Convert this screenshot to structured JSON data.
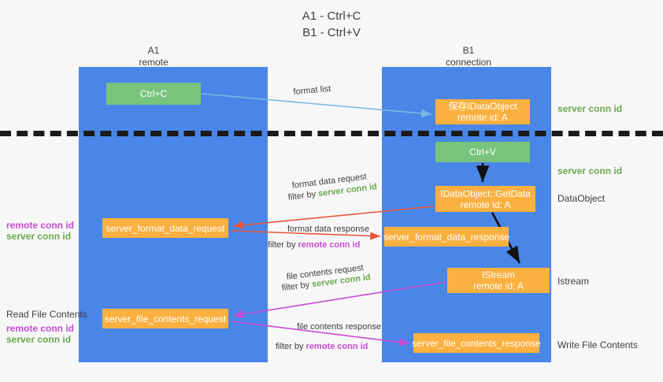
{
  "title": {
    "line1": "A1 - Ctrl+C",
    "line2": "B1 - Ctrl+V"
  },
  "lanes": {
    "left": {
      "name": "A1",
      "role": "remote"
    },
    "right": {
      "name": "B1",
      "role": "connection"
    }
  },
  "boxes": {
    "ctrl_c": {
      "label": "Ctrl+C",
      "color": "#78c47d"
    },
    "save_idataobject": {
      "line1": "保存IDataObject",
      "line2": "remote id: A",
      "color": "#fbb040"
    },
    "ctrl_v": {
      "label": "Ctrl+V",
      "color": "#78c47d"
    },
    "getdata": {
      "line1": "IDataObject::GetData",
      "line2": "remote id: A",
      "color": "#fbb040"
    },
    "server_format_data_request": {
      "label": "server_format_data_request",
      "color": "#fbb040"
    },
    "server_format_data_response": {
      "label": "server_format_data_response",
      "color": "#fbb040"
    },
    "istream": {
      "line1": "IStream",
      "line2": "remote id: A",
      "color": "#fbb040"
    },
    "server_file_contents_request": {
      "label": "server_file_contents_request",
      "color": "#fbb040"
    },
    "server_file_contents_response": {
      "label": "server_file_contents_response",
      "color": "#fbb040"
    }
  },
  "right_labels": {
    "server_conn_id_top": "server conn id",
    "server_conn_id_mid": "server conn id",
    "dataobject": "DataObject",
    "istream": "Istream",
    "write_file_contents": "Write File Contents"
  },
  "left_labels": {
    "remote_conn_id_1": "remote conn id",
    "server_conn_id_1": "server conn id",
    "read_file_contents": "Read File Contents",
    "remote_conn_id_2": "remote conn id",
    "server_conn_id_2": "server conn id"
  },
  "captions": {
    "format_list": "format list",
    "format_data_request": "format data request",
    "format_data_request_filter_prefix": "filter by ",
    "format_data_request_filter_key": "server conn id",
    "format_data_response": "format data response",
    "format_data_response_filter_prefix": "filter by ",
    "format_data_response_filter_key": "remote conn id",
    "file_contents_request": "file contents request",
    "file_contents_request_filter_prefix": "filter by ",
    "file_contents_request_filter_key": "server conn id",
    "file_contents_response": "file contents response",
    "file_contents_response_filter_prefix": "filter by ",
    "file_contents_response_filter_key": "remote conn id"
  },
  "colors": {
    "lane": "#4a86e8",
    "green_box": "#78c47d",
    "orange_box": "#fbb040",
    "server_conn_id": "#6aa84f",
    "remote_conn_id": "#c74bd4",
    "arrow_light_blue": "#7fb8e0",
    "arrow_red": "#e8553c",
    "arrow_magenta": "#c74bd4",
    "arrow_black": "#111111",
    "background": "#f7f7f7"
  }
}
